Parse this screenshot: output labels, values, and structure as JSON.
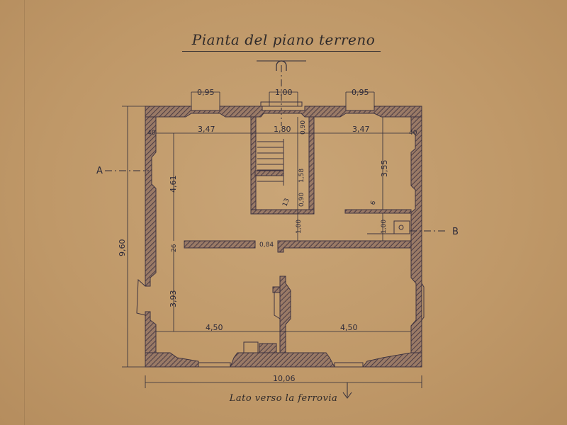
{
  "drawing": {
    "title": "Pianta del piano terreno",
    "caption": "Lato verso la ferrovia"
  },
  "section_labels": {
    "a": "A",
    "b": "B"
  },
  "dimensions": {
    "window_left_top": "0,95",
    "door_top": "1,00",
    "window_right_top": "0,95",
    "room_left_width": "3,47",
    "stair_width": "1,80",
    "room_right_width": "3,47",
    "wall_corner_tl": "40",
    "wall_corner_tr": "40",
    "stair_corridor": "0,90",
    "stair_length": "1,58",
    "stair_lower": "0,90",
    "room_left_height": "4,61",
    "room_right_height": "3,55",
    "step_count": "13",
    "step_count_right": "6",
    "passage_left": "1,00",
    "passage_right": "1,00",
    "partition_thickness": "26",
    "opening_width": "0,84",
    "overall_height": "9,60",
    "room_lower_height": "3,93",
    "room_lower_left_width": "4,50",
    "room_lower_right_width": "4,50",
    "overall_width": "10,06"
  },
  "colors": {
    "paper": "#c19a6b",
    "ink": "#2e2b3a",
    "hatch": "#5a4a4f"
  }
}
